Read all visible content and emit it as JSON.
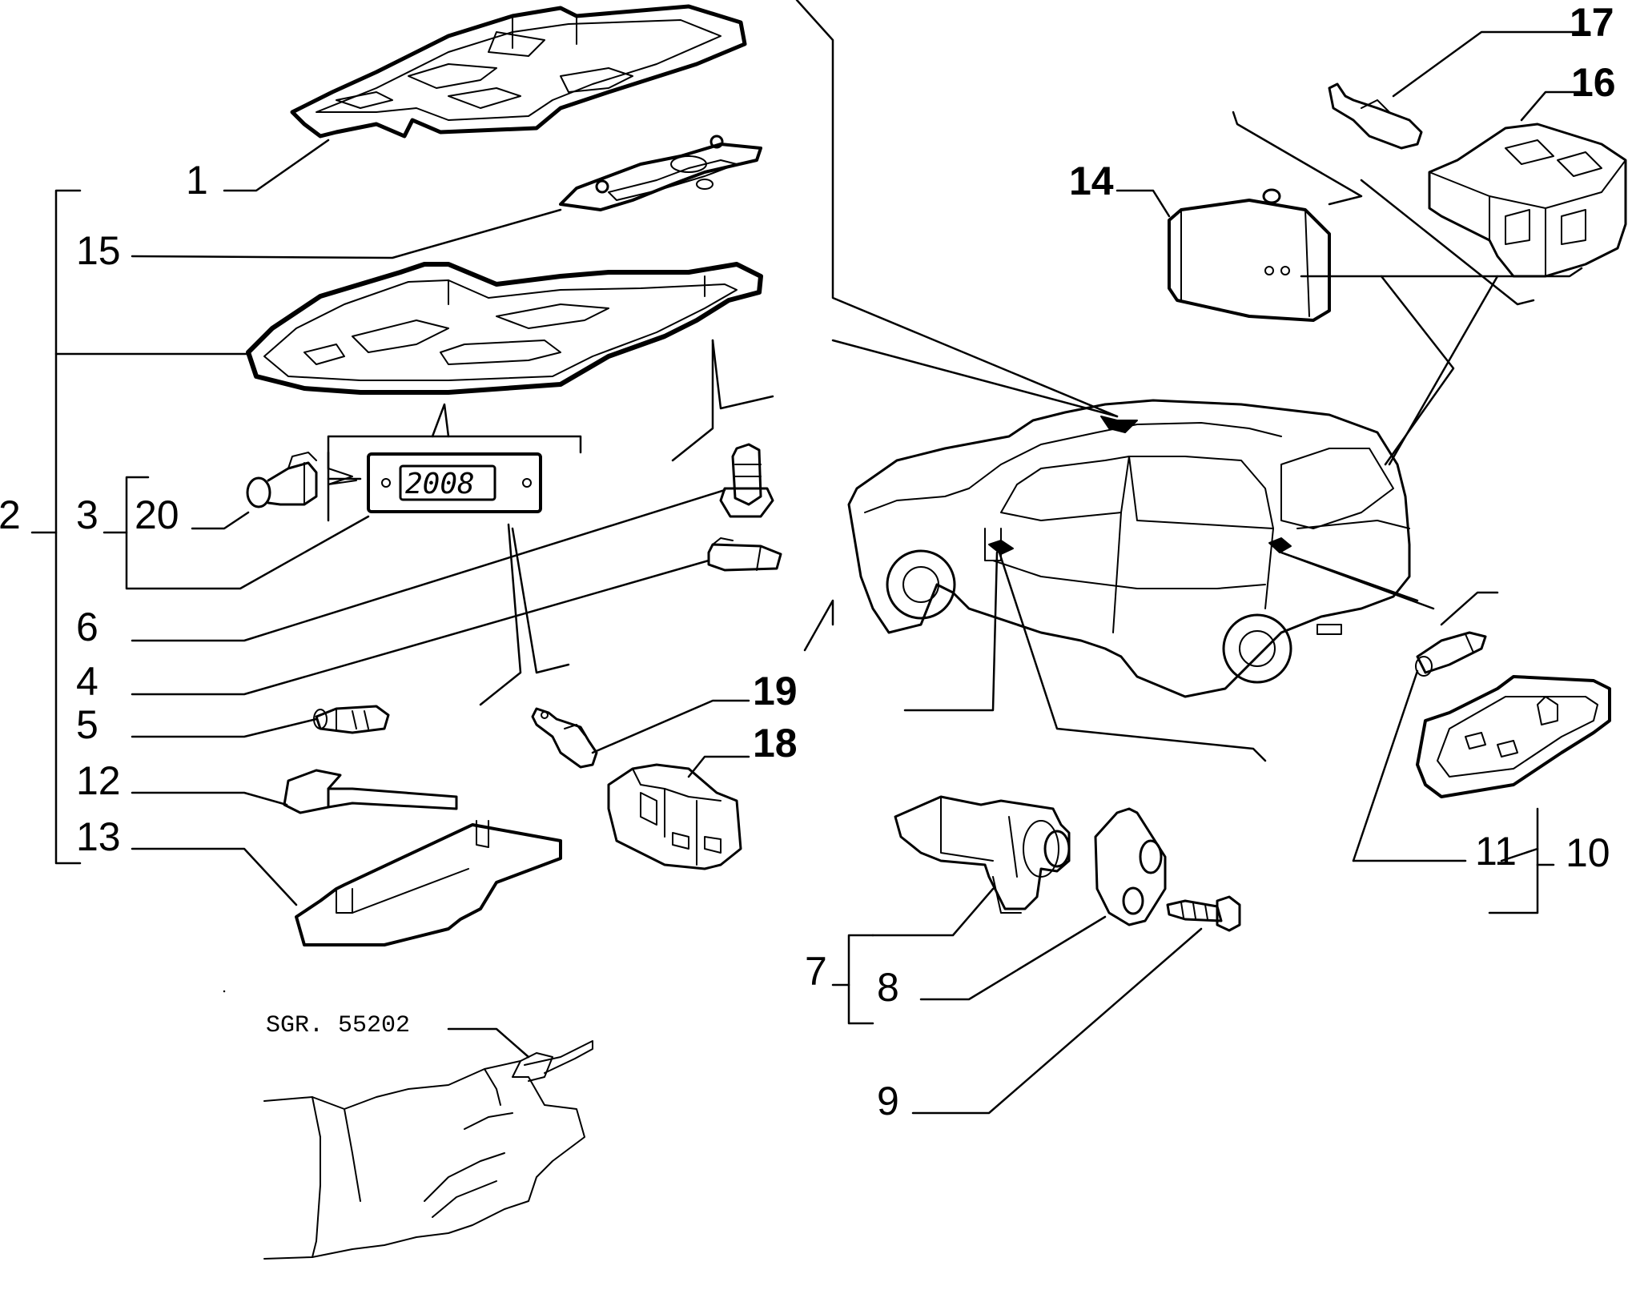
{
  "diagram": {
    "display_reading": "2008",
    "tool_label": "SGR. 55202",
    "callouts": {
      "c1": "1",
      "c2": "2",
      "c3": "3",
      "c4": "4",
      "c5": "5",
      "c6": "6",
      "c7": "7",
      "c8": "8",
      "c9": "9",
      "c10": "10",
      "c11": "11",
      "c12": "12",
      "c13": "13",
      "c14": "14",
      "c15": "15",
      "c16": "16",
      "c17": "17",
      "c18": "18",
      "c19": "19",
      "c20": "20"
    }
  }
}
